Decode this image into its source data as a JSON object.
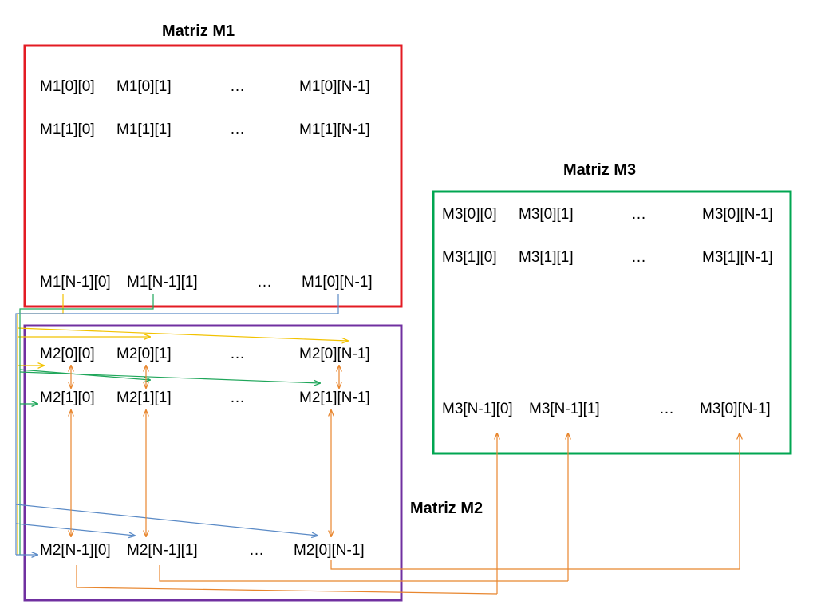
{
  "colors": {
    "m1_border": "#e31b23",
    "m2_border": "#7030a0",
    "m3_border": "#00a651",
    "arrow_yellow": "#f2c200",
    "arrow_green": "#1fa65a",
    "arrow_blue": "#5a8ac6",
    "arrow_orange": "#e8862e"
  },
  "m1": {
    "title": "Matriz M1",
    "row0": [
      "M1[0][0]",
      "M1[0][1]",
      "…",
      "M1[0][N-1]"
    ],
    "row1": [
      "M1[1][0]",
      "M1[1][1]",
      "…",
      "M1[1][N-1]"
    ],
    "rowlast": [
      "M1[N-1][0]",
      "M1[N-1][1]",
      "…",
      "M1[0][N-1]"
    ]
  },
  "m2": {
    "title": "Matriz M2",
    "row0": [
      "M2[0][0]",
      "M2[0][1]",
      "…",
      "M2[0][N-1]"
    ],
    "row1": [
      "M2[1][0]",
      "M2[1][1]",
      "…",
      "M2[1][N-1]"
    ],
    "rowlast": [
      "M2[N-1][0]",
      "M2[N-1][1]",
      "…",
      "M2[0][N-1]"
    ]
  },
  "m3": {
    "title": "Matriz M3",
    "row0": [
      "M3[0][0]",
      "M3[0][1]",
      "…",
      "M3[0][N-1]"
    ],
    "row1": [
      "M3[1][0]",
      "M3[1][1]",
      "…",
      "M3[1][N-1]"
    ],
    "rowlast": [
      "M3[N-1][0]",
      "M3[N-1][1]",
      "…",
      "M3[0][N-1]"
    ]
  }
}
